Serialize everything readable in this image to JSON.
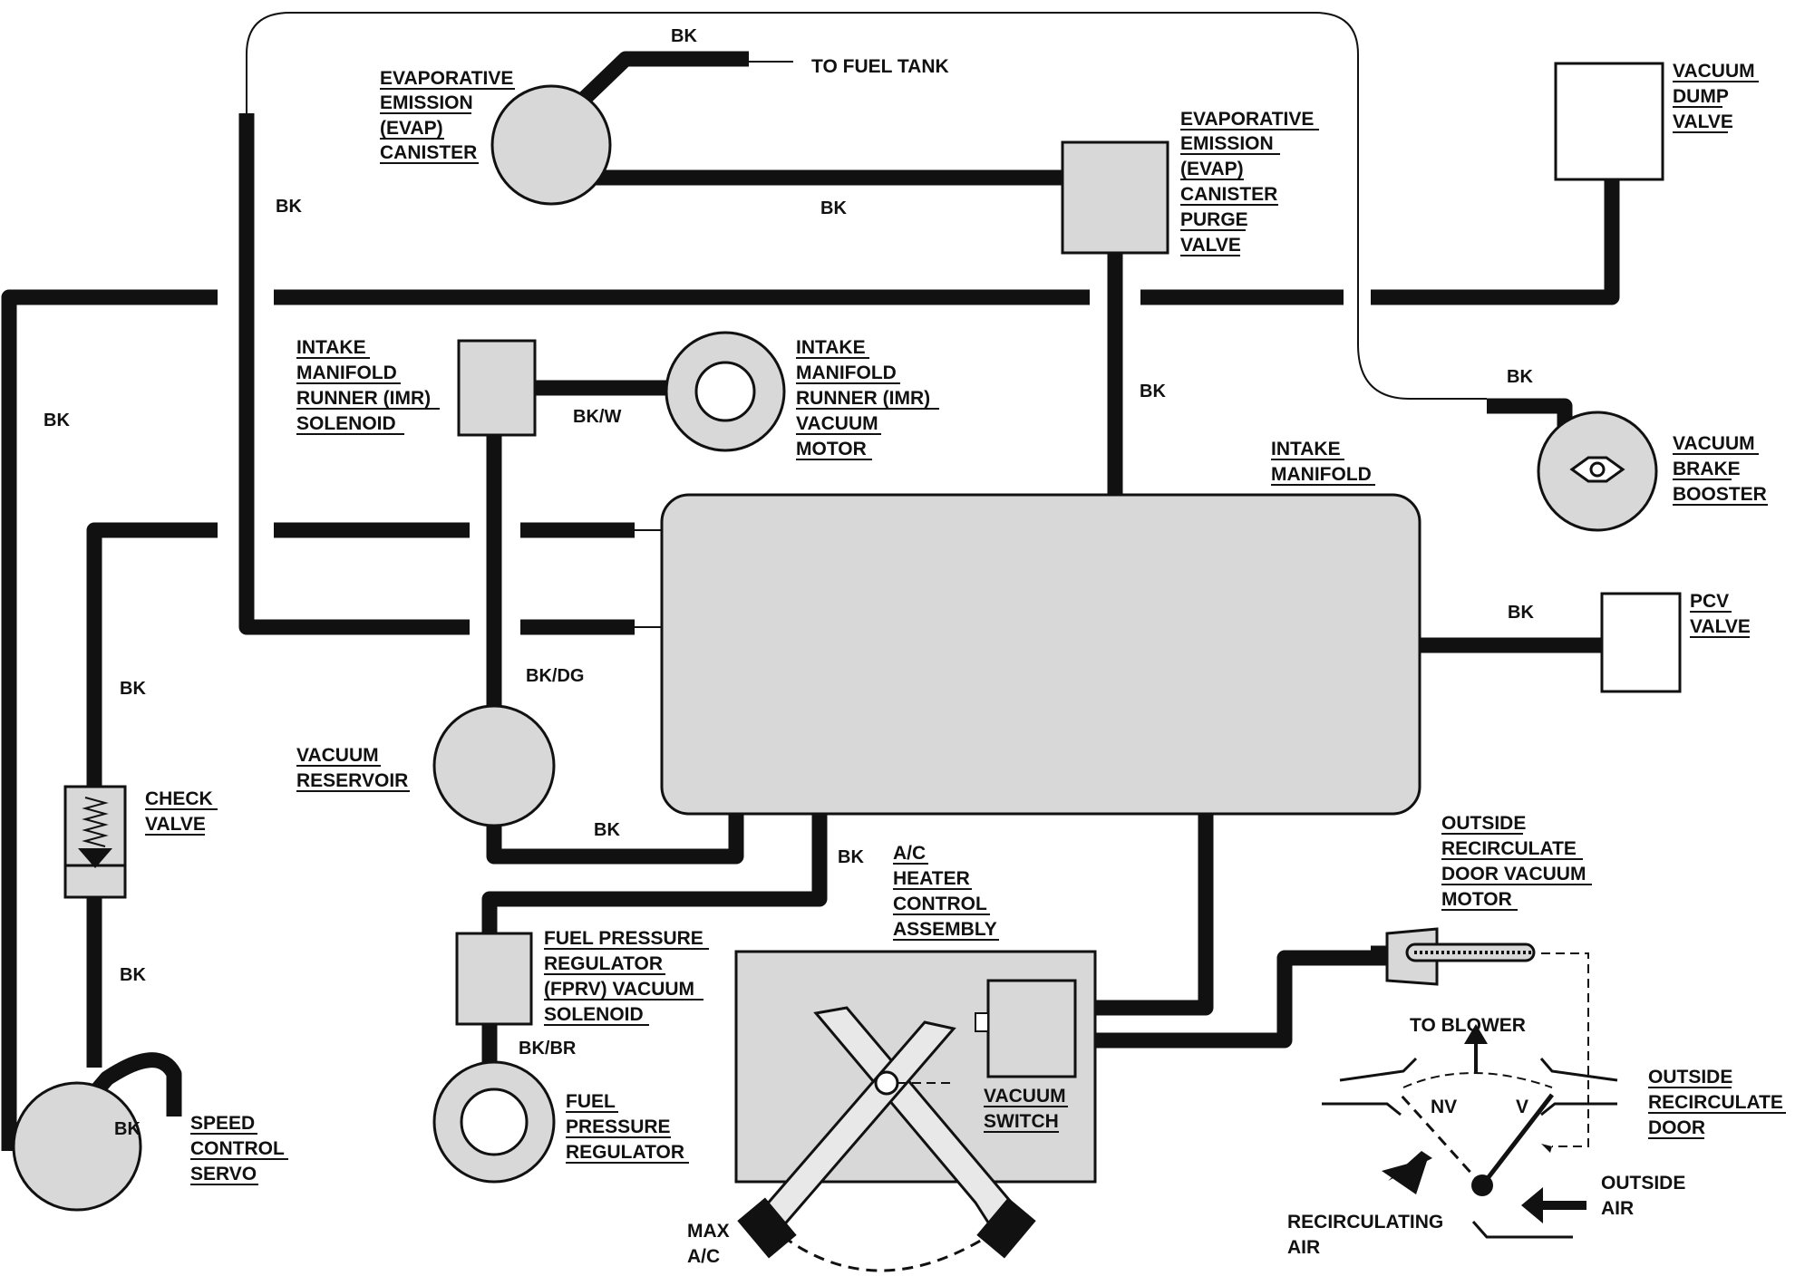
{
  "labels": {
    "evap_canister": [
      "EVAPORATIVE",
      "EMISSION",
      "(EVAP)",
      "CANISTER"
    ],
    "to_fuel_tank": "TO FUEL TANK",
    "evap_purge_valve": [
      "EVAPORATIVE",
      "EMISSION",
      "(EVAP)",
      "CANISTER",
      "PURGE",
      "VALVE"
    ],
    "vacuum_dump_valve": [
      "VACUUM",
      "DUMP",
      "VALVE"
    ],
    "imr_solenoid": [
      "INTAKE",
      "MANIFOLD",
      "RUNNER (IMR)",
      "SOLENOID"
    ],
    "imr_vacuum_motor": [
      "INTAKE",
      "MANIFOLD",
      "RUNNER (IMR)",
      "VACUUM",
      "MOTOR"
    ],
    "intake_manifold": [
      "INTAKE",
      "MANIFOLD"
    ],
    "vacuum_brake_booster": [
      "VACUUM",
      "BRAKE",
      "BOOSTER"
    ],
    "pcv_valve": [
      "PCV",
      "VALVE"
    ],
    "vacuum_reservoir": [
      "VACUUM",
      "RESERVOIR"
    ],
    "check_valve": [
      "CHECK",
      "VALVE"
    ],
    "ac_heater_control": [
      "A/C",
      "HEATER",
      "CONTROL",
      "ASSEMBLY"
    ],
    "fprv_solenoid": [
      "FUEL PRESSURE",
      "REGULATOR",
      "(FPRV) VACUUM",
      "SOLENOID"
    ],
    "fuel_pressure_regulator": [
      "FUEL",
      "PRESSURE",
      "REGULATOR"
    ],
    "vacuum_switch": [
      "VACUUM",
      "SWITCH"
    ],
    "outside_recirc_motor": [
      "OUTSIDE",
      "RECIRCULATE",
      "DOOR VACUUM",
      "MOTOR"
    ],
    "outside_recirc_door": [
      "OUTSIDE",
      "RECIRCULATE",
      "DOOR"
    ],
    "speed_control_servo": [
      "SPEED",
      "CONTROL",
      "SERVO"
    ],
    "to_blower": "TO BLOWER",
    "nv": "NV",
    "v": "V",
    "outside_air": [
      "OUTSIDE",
      "AIR"
    ],
    "recirculating_air": [
      "RECIRCULATING",
      "AIR"
    ],
    "max_ac": [
      "MAX",
      "A/C"
    ]
  },
  "wire_colors": {
    "evap_tank": "BK",
    "evap_purge": "BK",
    "left_loop": "BK",
    "far_left": "BK",
    "purge_manifold": "BK",
    "brake_booster": "BK",
    "imr": "BK/W",
    "reservoir": "BK/DG",
    "pcv": "BK",
    "check_valve_upper": "BK",
    "check_valve_lower": "BK",
    "reservoir_manifold": "BK",
    "fprv_manifold": "BK",
    "fprv_regulator": "BK/BR",
    "speed_servo": "BK"
  },
  "colors": {
    "line": "#111111",
    "component_fill": "#d8d8d8",
    "background": "#ffffff"
  }
}
